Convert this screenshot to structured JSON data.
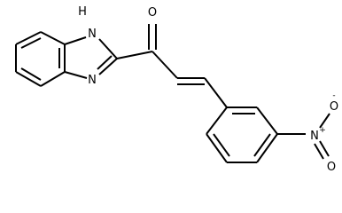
{
  "molecule": {
    "labels": {
      "nh": "H",
      "n_nh": "N",
      "n_imine": "N",
      "o_ketone": "O",
      "n_nitro": "N",
      "n_nitro_charge": "+",
      "o_nitro_up": "O",
      "o_nitro_up_charge": "-",
      "o_nitro_down": "O"
    }
  }
}
